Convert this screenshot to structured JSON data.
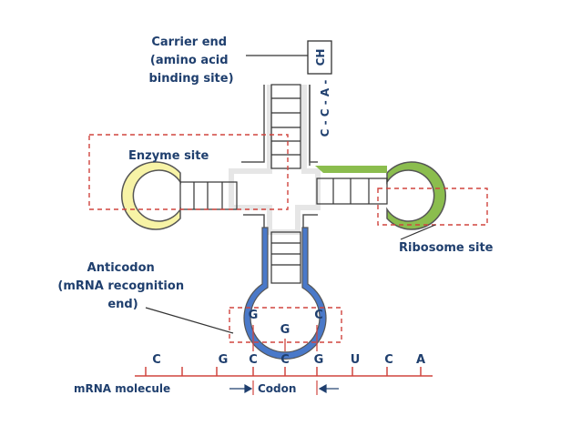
{
  "labels": {
    "carrier_end": [
      "Carrier end",
      "(amino acid",
      "binding site)"
    ],
    "enzyme_site": "Enzyme site",
    "ribosome_site": "Ribosome site",
    "anticodon": [
      "Anticodon",
      "(mRNA recognition",
      "end)"
    ],
    "amino_end_box": "CH",
    "amino_end_sequence": "C - C - A -",
    "mrna_molecule": "mRNA molecule",
    "codon": "Codon"
  },
  "anticodon_bases": [
    "G",
    "G",
    "C"
  ],
  "mrna_bases": [
    "C",
    "G",
    "C",
    "C",
    "G",
    "U",
    "C",
    "A"
  ],
  "colors": {
    "text": "#1f3f6e",
    "left_arm": "#f7f3a6",
    "right_arm": "#8bbd4e",
    "anticodon_arm": "#4a79c9",
    "mrna_line": "#d0453f",
    "site_box": "#d0453f",
    "backbone": "#e6e6e6"
  }
}
